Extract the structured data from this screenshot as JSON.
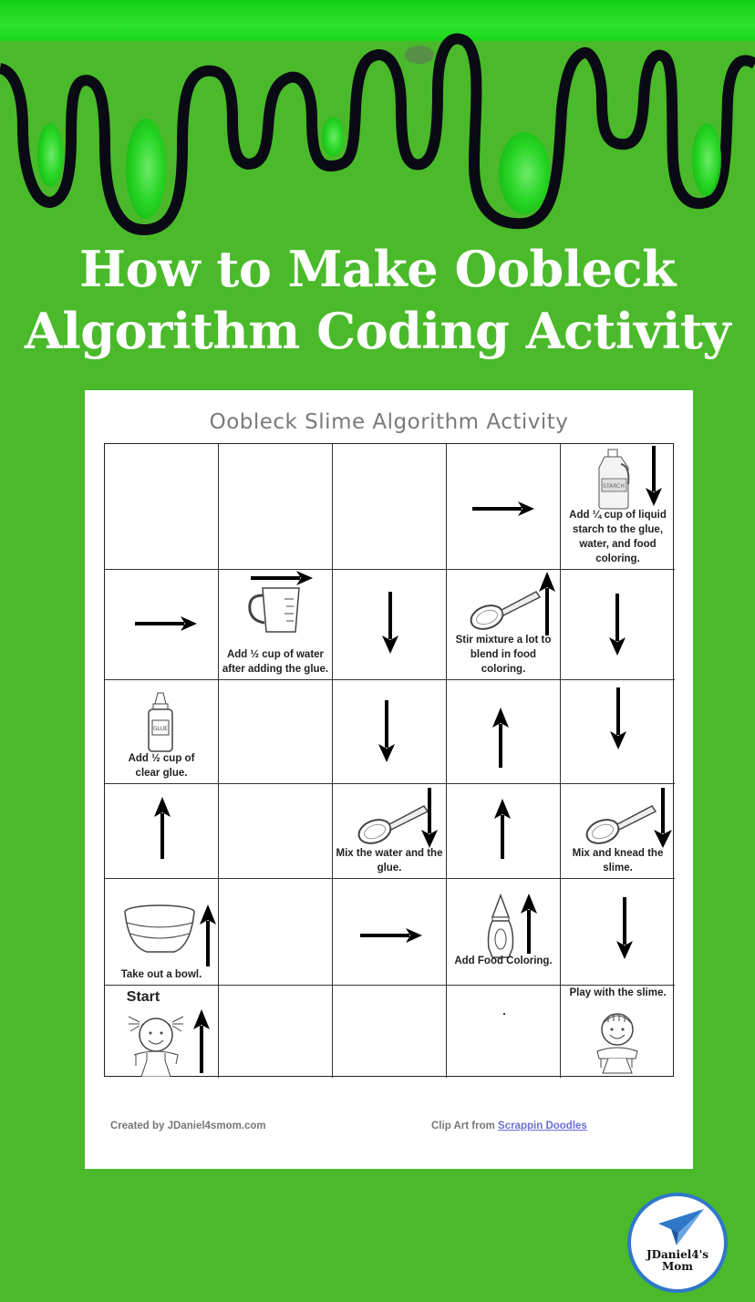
{
  "headline": {
    "line1": "How to Make Oobleck",
    "line2": "Algorithm Coding Activity"
  },
  "colors": {
    "background": "#4aba2a",
    "slime_bright": "#1ee01e",
    "slime_outline": "#0a0a14",
    "badge_blue": "#2f78c8",
    "link": "#6a6fd6"
  },
  "worksheet": {
    "title": "Oobleck Slime Algorithm Activity",
    "grid": {
      "columns": 5,
      "rows": 6,
      "cells": [
        [
          {
            "arrow": null,
            "icon": null,
            "text": ""
          },
          {
            "arrow": null,
            "icon": null,
            "text": ""
          },
          {
            "arrow": null,
            "icon": null,
            "text": ""
          },
          {
            "arrow": "right",
            "icon": null,
            "text": ""
          },
          {
            "arrow": "down",
            "icon": "liquid-starch-bottle",
            "text": "Add ¼ cup of liquid starch to the glue, water, and food coloring."
          }
        ],
        [
          {
            "arrow": "right",
            "icon": null,
            "text": ""
          },
          {
            "arrow": "right",
            "icon": "measuring-cup",
            "text": "Add ½ cup of water after adding the glue."
          },
          {
            "arrow": "down",
            "icon": null,
            "text": ""
          },
          {
            "arrow": "up",
            "icon": "spoon",
            "text": "Stir mixture a lot to blend in food coloring."
          },
          {
            "arrow": "down",
            "icon": null,
            "text": ""
          }
        ],
        [
          {
            "arrow": null,
            "icon": "glue-bottle",
            "text": "Add ½ cup of clear glue."
          },
          {
            "arrow": null,
            "icon": null,
            "text": ""
          },
          {
            "arrow": "down",
            "icon": null,
            "text": ""
          },
          {
            "arrow": "up",
            "icon": null,
            "text": ""
          },
          {
            "arrow": "down",
            "icon": null,
            "text": ""
          }
        ],
        [
          {
            "arrow": "up",
            "icon": null,
            "text": ""
          },
          {
            "arrow": null,
            "icon": null,
            "text": ""
          },
          {
            "arrow": "down",
            "icon": "spoon",
            "text": "Mix the water and the glue."
          },
          {
            "arrow": "up",
            "icon": null,
            "text": ""
          },
          {
            "arrow": "down",
            "icon": "spoon",
            "text": "Mix and knead the slime."
          }
        ],
        [
          {
            "arrow": "up",
            "icon": "bowl",
            "text": "Take out a bowl."
          },
          {
            "arrow": null,
            "icon": null,
            "text": ""
          },
          {
            "arrow": "right",
            "icon": null,
            "text": ""
          },
          {
            "arrow": "up",
            "icon": "food-coloring-bottle",
            "text": "Add Food Coloring."
          },
          {
            "arrow": "down",
            "icon": null,
            "text": ""
          }
        ],
        [
          {
            "arrow": "up",
            "icon": "girl-with-slime",
            "label": "Start",
            "text": ""
          },
          {
            "arrow": null,
            "icon": null,
            "text": ""
          },
          {
            "arrow": null,
            "icon": null,
            "text": ""
          },
          {
            "arrow": null,
            "icon": "dot",
            "text": ""
          },
          {
            "arrow": null,
            "icon": "boy-with-slime",
            "label": "Play with the slime.",
            "text": ""
          }
        ]
      ]
    },
    "footer": {
      "credit": "Created by JDaniel4smom.com",
      "clipart_prefix": "Clip Art from ",
      "clipart_link": "Scrappin Doodles"
    }
  },
  "badge": {
    "line1": "JDaniel4's",
    "line2": "Mom",
    "icon": "paper-plane-icon"
  }
}
